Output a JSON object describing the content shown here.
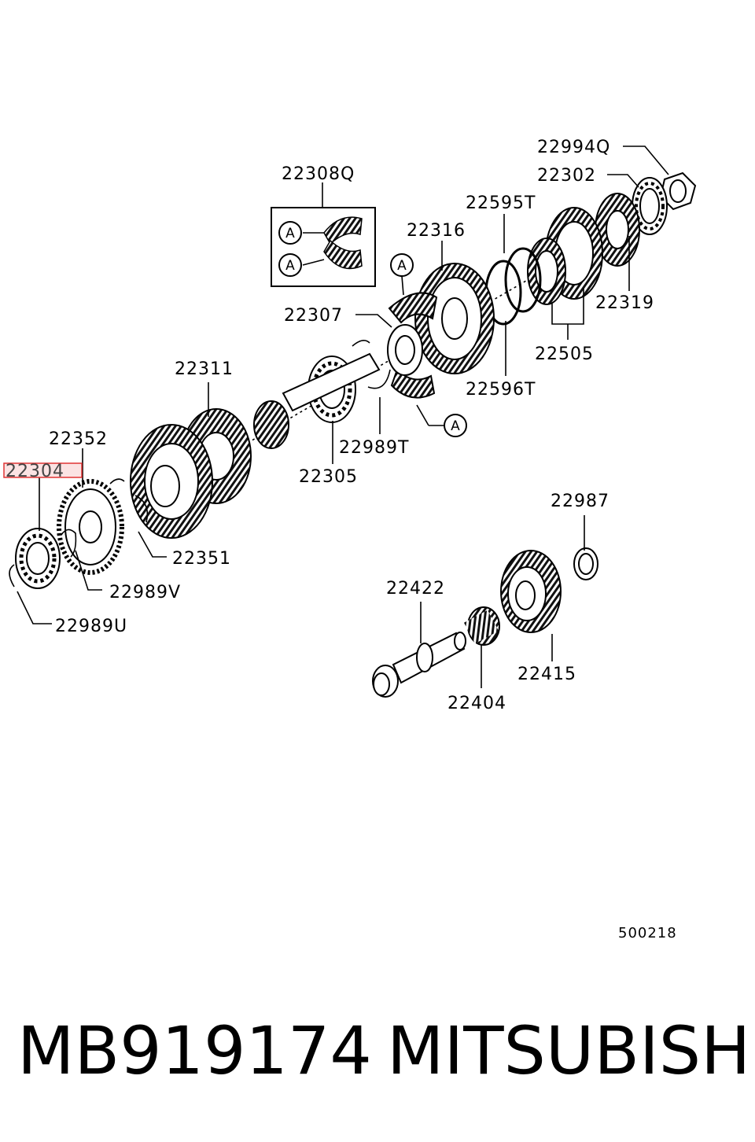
{
  "diagram": {
    "part_labels": {
      "p22994Q": "22994Q",
      "p22302": "22302",
      "p22308Q": "22308Q",
      "p22595T": "22595T",
      "p22316": "22316",
      "p22319": "22319",
      "p22307": "22307",
      "p22505": "22505",
      "p22311": "22311",
      "p22596T": "22596T",
      "p22352": "22352",
      "p22989T": "22989T",
      "p22304": "22304",
      "p22305": "22305",
      "p22351": "22351",
      "p22987": "22987",
      "p22989V": "22989V",
      "p22422": "22422",
      "p22989U": "22989U",
      "p22415": "22415",
      "p22404": "22404"
    },
    "callout_letter": "A",
    "reference_code": "500218",
    "highlighted_part": "22304"
  },
  "caption": {
    "part_number": "MB919174",
    "brand": "MITSUBISHI"
  }
}
